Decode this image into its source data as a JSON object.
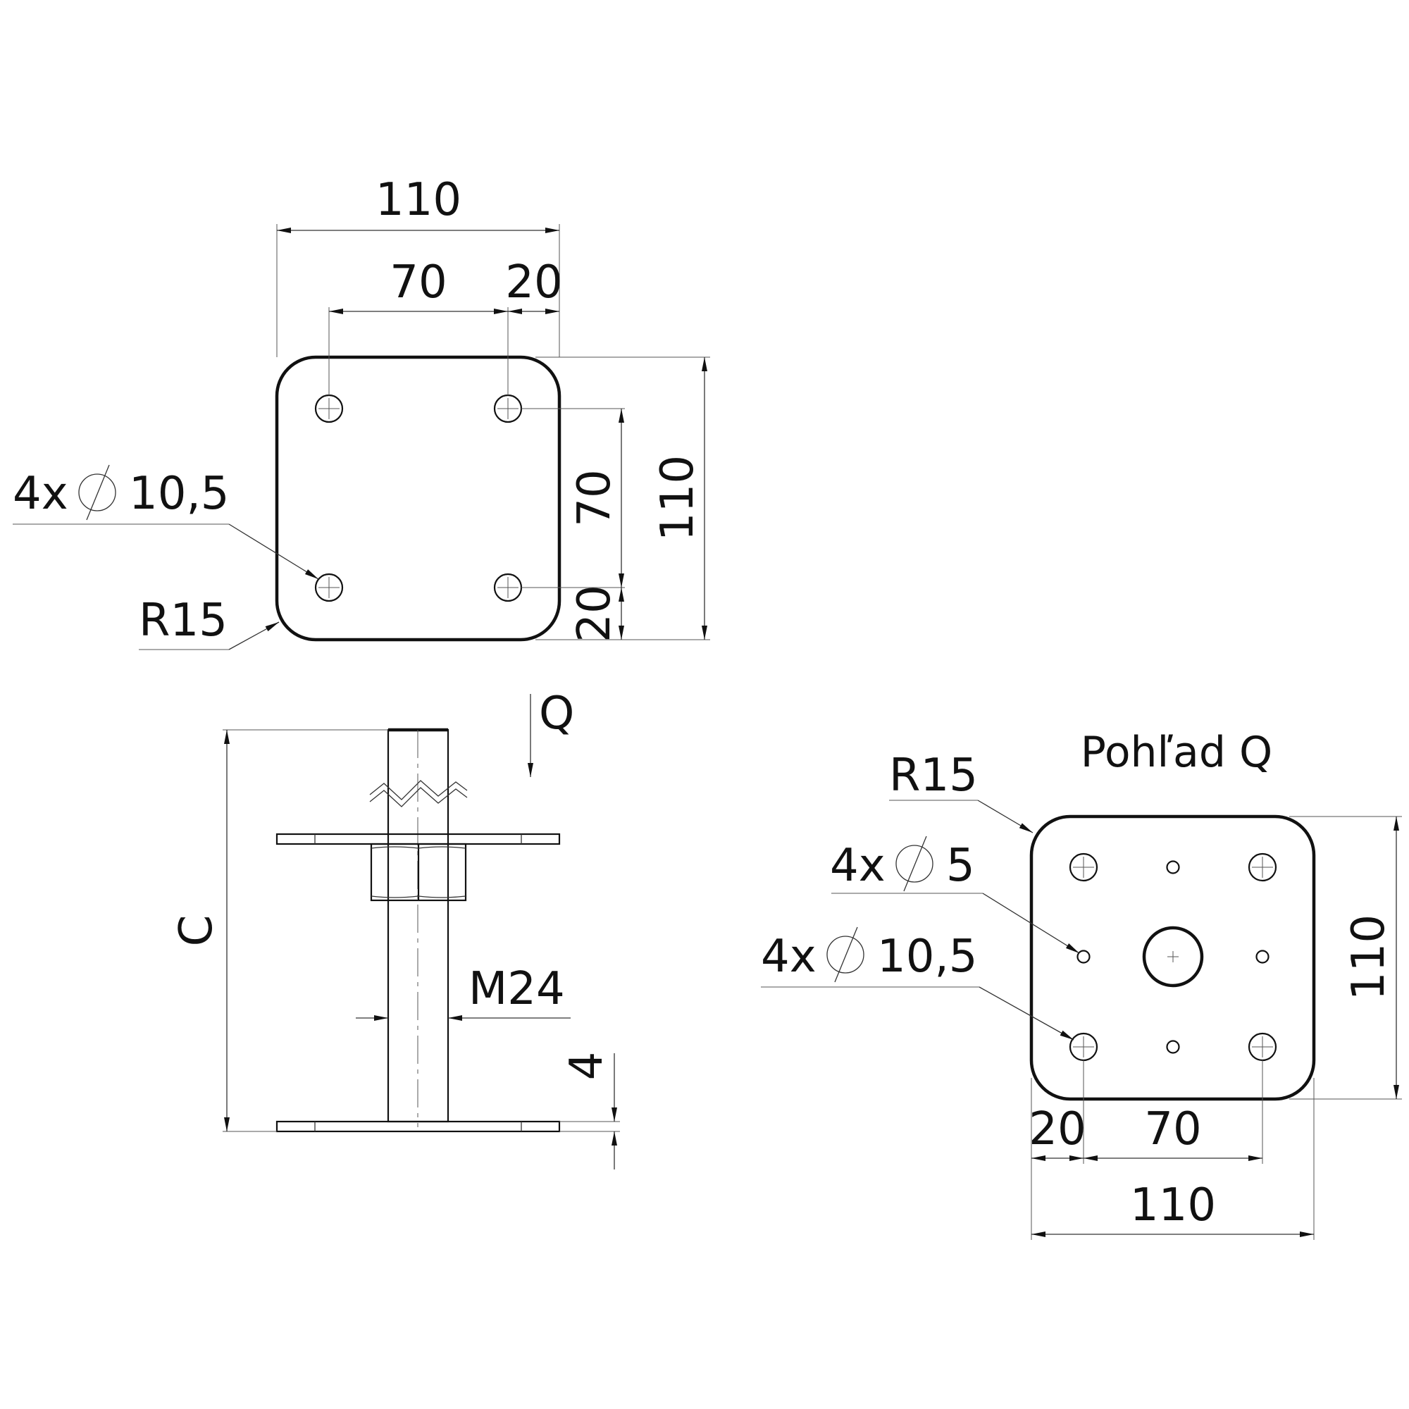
{
  "top_view": {
    "width": "110",
    "hole_spacing_x": "70",
    "edge_offset_x": "20",
    "height": "110",
    "hole_spacing_y": "70",
    "edge_offset_y": "20",
    "hole_count": "4x",
    "hole_diameter": "10,5",
    "corner_radius": "R15"
  },
  "side_view": {
    "view_arrow": "Q",
    "height_label": "C",
    "thread": "M24",
    "plate_thickness": "4"
  },
  "view_q": {
    "title": "Pohľad Q",
    "corner_radius": "R15",
    "small_hole_count": "4x",
    "small_hole_diameter": "5",
    "large_hole_count": "4x",
    "large_hole_diameter": "10,5",
    "height": "110",
    "edge_offset_x": "20",
    "hole_spacing_x": "70",
    "width": "110"
  }
}
